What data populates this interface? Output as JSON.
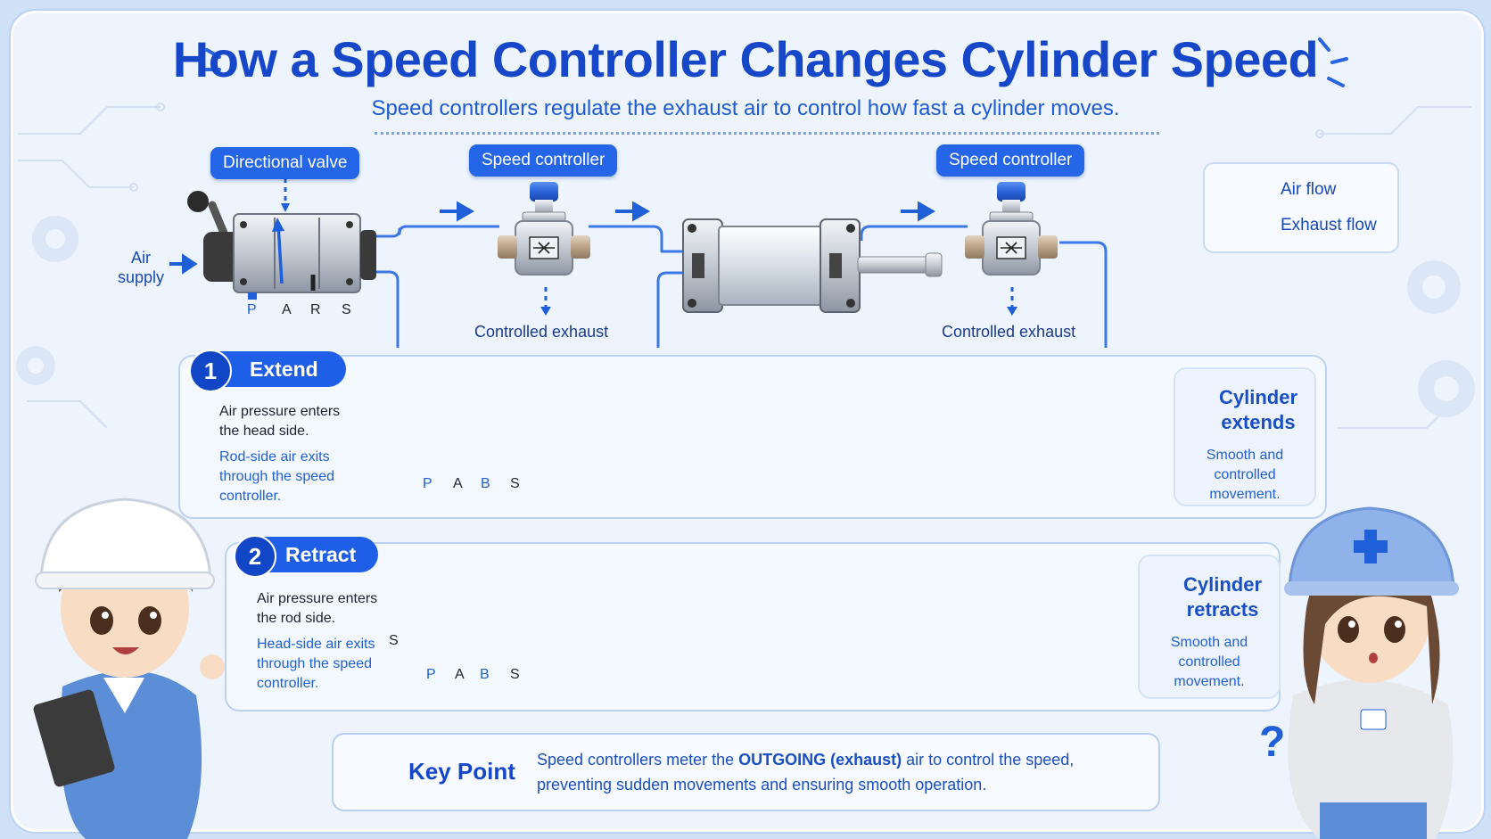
{
  "title": "How a Speed Controller Changes Cylinder Speed",
  "subtitle": "Speed controllers regulate the exhaust air to control how fast a cylinder moves.",
  "top_diagram": {
    "directional_valve_tag": "Directional valve",
    "speed_controller_tag": "Speed controller",
    "air_supply": "Air supply",
    "ports": [
      "P",
      "A",
      "R",
      "S"
    ],
    "controlled_exhaust": "Controlled exhaust"
  },
  "legend": {
    "air_flow": "Air flow",
    "exhaust_flow": "Exhaust flow"
  },
  "extend": {
    "number": "1",
    "label": "Extend",
    "desc1": "Air pressure enters the head side.",
    "desc2": "Rod-side air exits through the speed controller.",
    "ports": [
      "P",
      "A",
      "B",
      "S"
    ],
    "result_title": "Cylinder extends",
    "result_sub": "Smooth and controlled movement."
  },
  "retract": {
    "number": "2",
    "label": "Retract",
    "desc1": "Air pressure enters the rod side.",
    "desc2": "Head-side air exits through the speed controller.",
    "ports": [
      "P",
      "A",
      "B",
      "S"
    ],
    "side_port": "S",
    "result_title": "Cylinder retracts",
    "result_sub": "Smooth and controlled movement."
  },
  "key_point": {
    "label": "Key Point",
    "line1_a": "Speed controllers meter the ",
    "line1_b": "OUTGOING (exhaust)",
    "line1_c": " air to control the speed,",
    "line2": "preventing sudden movements and ensuring smooth operation."
  },
  "colors": {
    "accent": "#1f5ee6",
    "title": "#1747c9",
    "metal": "#c9ced6",
    "knob": "#1f5fd8"
  }
}
